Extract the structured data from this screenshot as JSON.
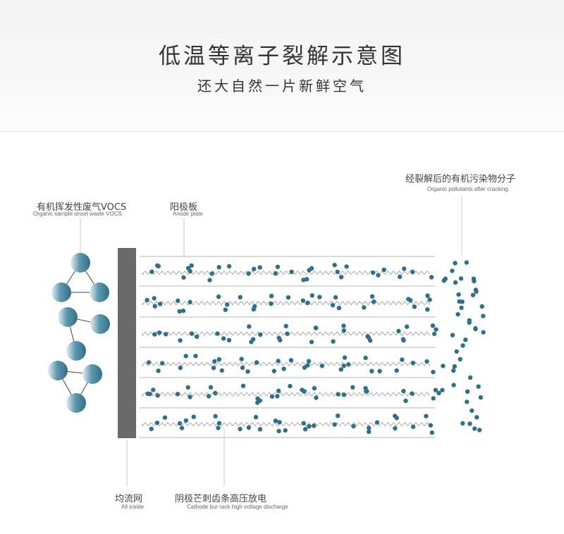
{
  "header": {
    "title": "低温等离子裂解示意图",
    "subtitle": "还大自然一片新鲜空气"
  },
  "labels": {
    "vocs_cn": "有机挥发性废气VOCS",
    "vocs_en": "Organic sample onset waste VOCS",
    "anode_cn": "阳极板",
    "anode_en": "Anode plate",
    "pollutants_cn": "经裂解后的有机污染物分子",
    "pollutants_en": "Organic pollutants after cracking.",
    "grid_cn": "均流网",
    "grid_en": "All inside",
    "cathode_cn": "阴极芒刺齿条高压放电",
    "cathode_en": "Cathode bur rack high voltage discharge"
  },
  "colors": {
    "molecule": "#2f6f8a",
    "molecule_light": "#e6eef2",
    "grid_plate": "#6b6b6b",
    "plate_line": "#c4c4c4",
    "wire": "#9a9a9a",
    "leader": "#c8c8c8"
  }
}
